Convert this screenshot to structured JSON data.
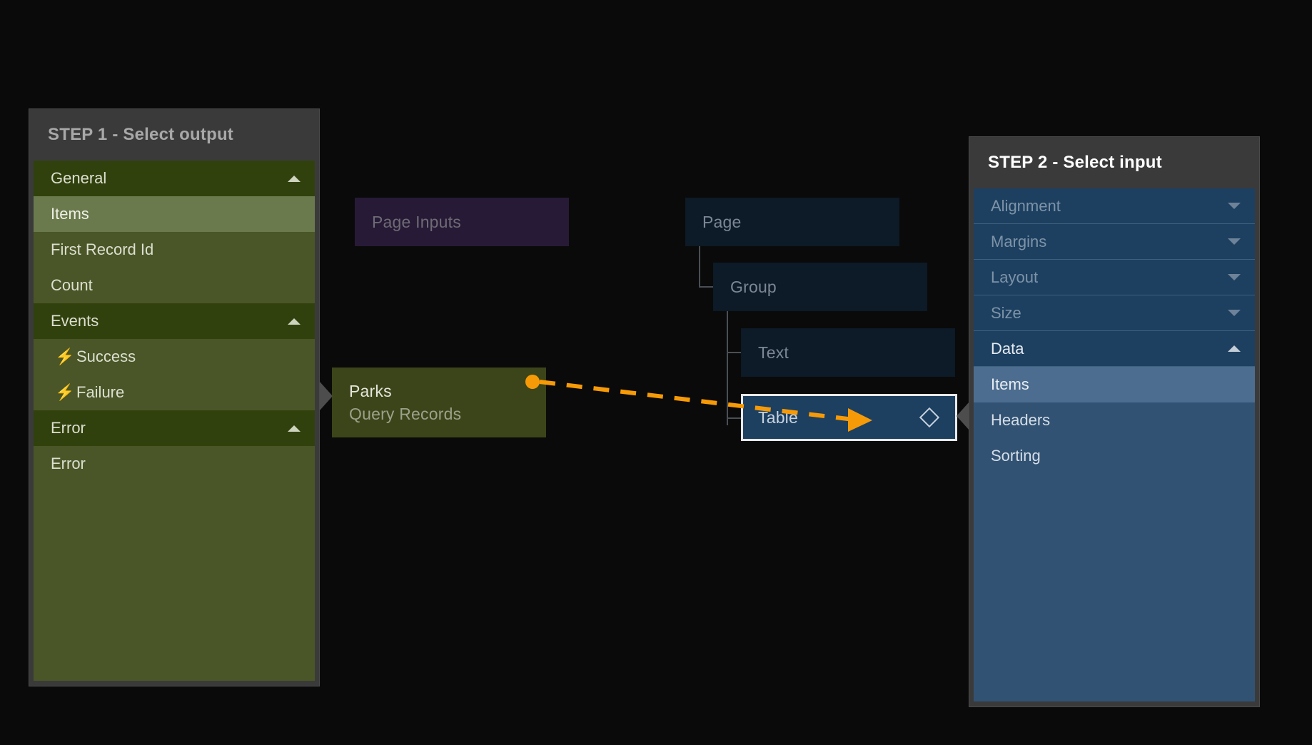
{
  "canvas": {
    "background": "#0a0a0a"
  },
  "nodes": {
    "page_inputs": {
      "label": "Page Inputs",
      "color": "#271a36"
    },
    "page": {
      "label": "Page",
      "color": "#0d1a27"
    },
    "group": {
      "label": "Group",
      "color": "#0d1a27"
    },
    "text": {
      "label": "Text",
      "color": "#0d1a27"
    },
    "table": {
      "label": "Table",
      "color": "#1d4061",
      "icon": "diamond-icon",
      "selected": true
    },
    "parks": {
      "title": "Parks",
      "subtitle": "Query Records",
      "color": "#3b4519"
    }
  },
  "connection": {
    "color": "#f79a07",
    "style": "dashed",
    "from": "parks",
    "to": "table",
    "arrowhead": "arrow-right-icon"
  },
  "step1": {
    "header": "STEP 1 - Select output",
    "accent": "#4a5627",
    "sections": [
      {
        "label": "General",
        "chevron": "chevron-up-icon",
        "items": [
          {
            "label": "Items",
            "selected": true
          },
          {
            "label": "First Record Id",
            "selected": false
          },
          {
            "label": "Count",
            "selected": false
          }
        ]
      },
      {
        "label": "Events",
        "chevron": "chevron-up-icon",
        "items": [
          {
            "label": "Success",
            "icon": "lightning-bolt-icon",
            "selected": false
          },
          {
            "label": "Failure",
            "icon": "lightning-bolt-icon",
            "selected": false
          }
        ]
      },
      {
        "label": "Error",
        "chevron": "chevron-up-icon",
        "items": [
          {
            "label": "Error",
            "selected": false
          }
        ]
      }
    ]
  },
  "step2": {
    "header": "STEP 2 - Select input",
    "accent": "#315273",
    "sections": [
      {
        "label": "Alignment",
        "chevron": "chevron-down-icon",
        "expanded": false,
        "items": []
      },
      {
        "label": "Margins",
        "chevron": "chevron-down-icon",
        "expanded": false,
        "items": []
      },
      {
        "label": "Layout",
        "chevron": "chevron-down-icon",
        "expanded": false,
        "items": []
      },
      {
        "label": "Size",
        "chevron": "chevron-down-icon",
        "expanded": false,
        "items": []
      },
      {
        "label": "Data",
        "chevron": "chevron-up-icon",
        "expanded": true,
        "items": [
          {
            "label": "Items",
            "selected": true
          },
          {
            "label": "Headers",
            "selected": false
          },
          {
            "label": "Sorting",
            "selected": false
          }
        ]
      }
    ]
  }
}
